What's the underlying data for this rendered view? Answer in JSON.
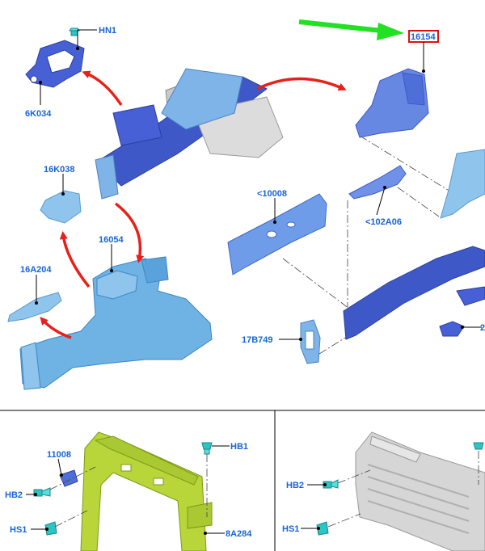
{
  "colors": {
    "label": "#1565d8",
    "part_blue": "#5e86e6",
    "part_dark": "#3f58c8",
    "part_light": "#8fc4ec",
    "part_sky": "#6fb2e4",
    "part_yellow": "#b8d63a",
    "part_gray": "#d6d6d6",
    "fastener": "#2ec4c4",
    "arrow_red": "#e8201a",
    "arrow_green": "#22e022",
    "highlight_box": "#e01010"
  },
  "icons": [
    "red-curved-arrow",
    "green-pointer-arrow",
    "clip-fastener",
    "screw-fastener"
  ],
  "top_panel": {
    "labels": {
      "hn1": "HN1",
      "p6k034": "6K034",
      "p16154": "16154",
      "p16k038": "16K038",
      "p16054": "16054",
      "p16a204": "16A204",
      "p10008": "<10008",
      "p102a06": "<102A06",
      "p17b749": "17B749",
      "p2_cut": "2"
    }
  },
  "bottom_left_panel": {
    "labels": {
      "p11008": "11008",
      "hb2": "HB2",
      "hs1": "HS1",
      "hb1": "HB1",
      "p8a284": "8A284"
    }
  },
  "bottom_right_panel": {
    "labels": {
      "hb2": "HB2",
      "hs1": "HS1"
    }
  }
}
